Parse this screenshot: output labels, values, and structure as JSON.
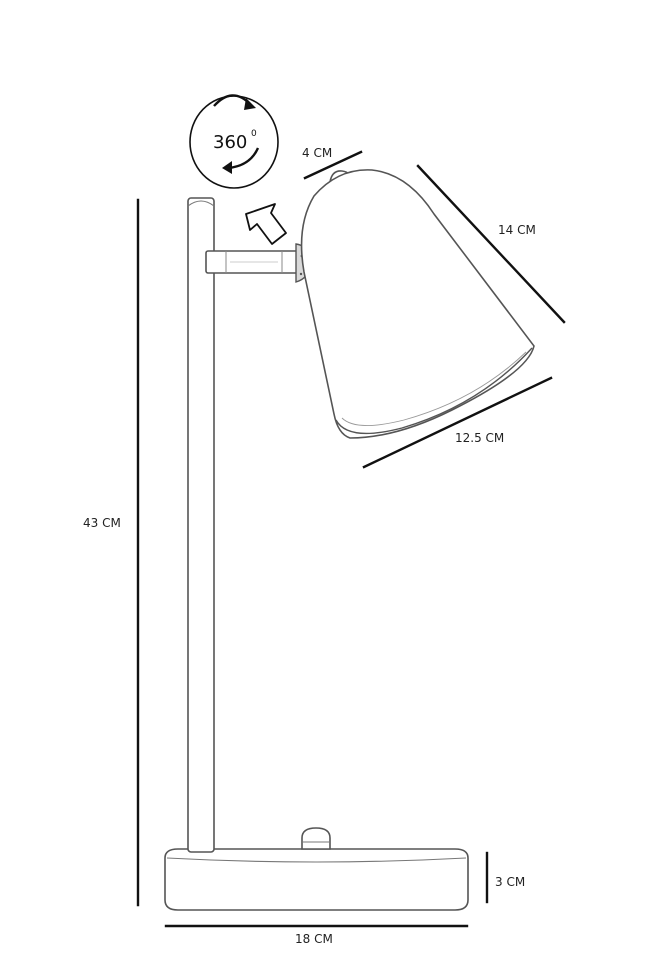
{
  "dimensions": {
    "height": "43 CM",
    "base_width": "18 CM",
    "base_height": "3 CM",
    "shade_length": "14 CM",
    "shade_top": "4 CM",
    "shade_bottom": "12.5 CM"
  },
  "rotation": {
    "degrees": "360",
    "unit": "0"
  },
  "colors": {
    "line": "#111111",
    "outline": "#555555",
    "background": "#ffffff"
  }
}
